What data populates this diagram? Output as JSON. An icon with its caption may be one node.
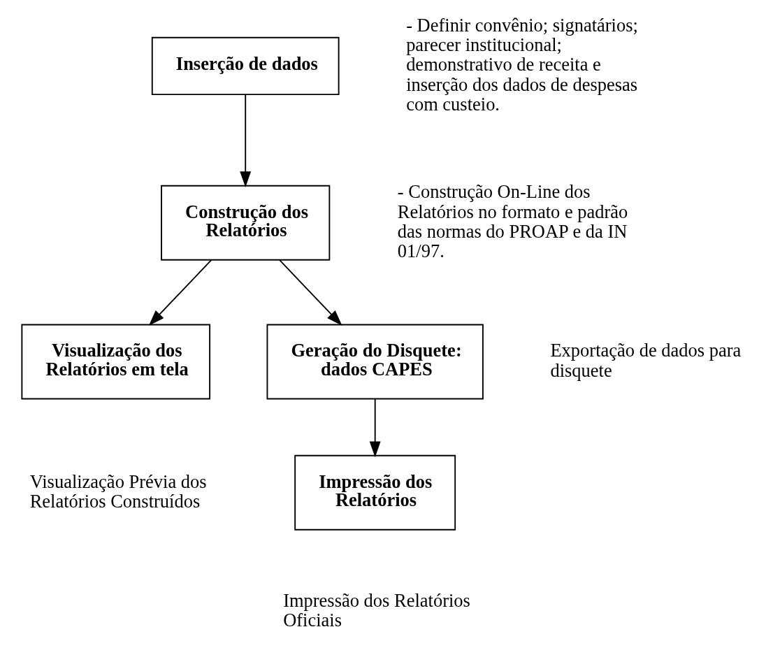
{
  "diagram": {
    "nodes": [
      {
        "text": [
          "Inserção de dados"
        ],
        "beside": [
          "- Definir convênio; signatários; parecer institucional; demonstrativo de receita e inserção dos dados de despesas com custeio."
        ]
      },
      {
        "text": [
          "Construção dos Relatórios"
        ],
        "beside": [
          "- Construção On-Line dos Relatórios no formato e padrão das normas do PROAP e da IN 01/97."
        ]
      },
      {
        "text": [
          "Visualização dos Relatórios em tela"
        ],
        "beside": [
          "Visualização Prévia dos Relatórios Construídos"
        ]
      },
      {
        "text": [
          "Geração do Disquete: dados CAPES"
        ],
        "beside": [
          "Exportação de dados para disquete"
        ]
      },
      {
        "text": [
          "Impressão dos Relatórios"
        ],
        "beside": [
          "Impressão dos Relatórios Oficiais"
        ]
      }
    ],
    "edges": [
      {
        "from": 0,
        "to": 1,
        "arrow": "to"
      },
      {
        "from": 1,
        "to": 2,
        "arrow": "to"
      },
      {
        "from": 1,
        "to": 3,
        "arrow": "to"
      },
      {
        "from": 3,
        "to": 4,
        "arrow": "to"
      }
    ]
  }
}
